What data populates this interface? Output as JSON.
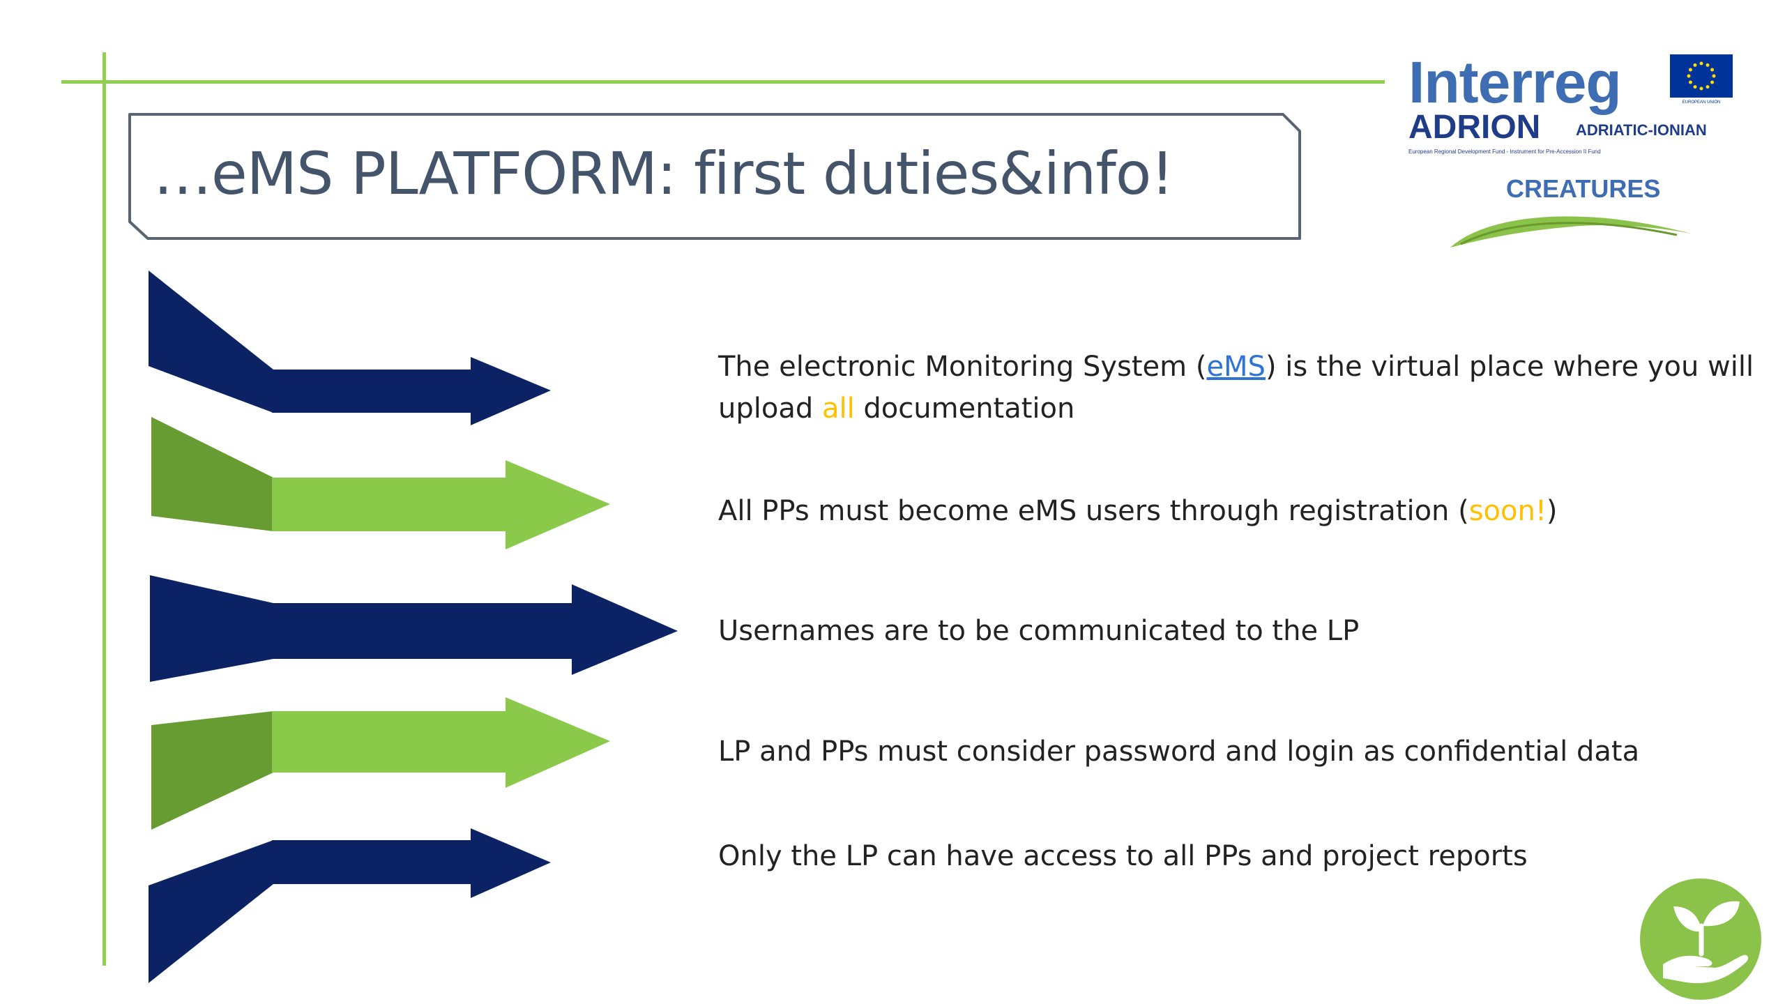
{
  "slide": {
    "title": "…eMS PLATFORM: first duties&info!"
  },
  "logo": {
    "interreg": "Interreg",
    "european_union": "EUROPEAN UNION",
    "adrion": "ADRION",
    "adriatic_ionian": "ADRIATIC-IONIAN",
    "fund_text": "European Regional Development Fund - Instrument for Pre-Accession II Fund",
    "project": "CREATURES"
  },
  "bullets": [
    {
      "line1_a": "The electronic Monitoring System (",
      "line1_link": "eMS",
      "line1_b": ") is the virtual place where you will",
      "line2_a": "upload ",
      "line2_hl": "all",
      "line2_b": " documentation"
    },
    {
      "a": "All PPs must become eMS users through registration (",
      "hl": "soon!",
      "b": ")"
    },
    {
      "text": "Usernames are to be communicated to the LP"
    },
    {
      "text": "LP and PPs must consider password and login as confidential data"
    },
    {
      "text": "Only the LP can have access to all PPs and project reports"
    }
  ],
  "colors": {
    "navy": "#0b2264",
    "green_light": "#8bc94a",
    "green_dark": "#669c31",
    "accent_line": "#8fd14f",
    "title_text": "#44546a",
    "link": "#2e74d6",
    "highlight": "#ffc000"
  },
  "icons": [
    "plant-in-hand-icon",
    "eu-flag-icon",
    "leaf-icon"
  ]
}
